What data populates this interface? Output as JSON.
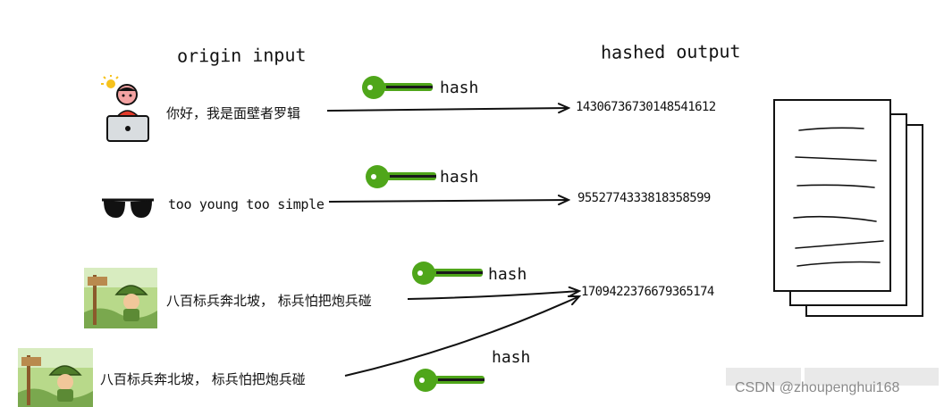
{
  "headers": {
    "input": "origin input",
    "output": "hashed output"
  },
  "hash_label": "hash",
  "rows": [
    {
      "input": "你好，我是面壁者罗辑",
      "output": "14306736730148541612",
      "icon": "user-laptop-icon"
    },
    {
      "input": "too young too simple",
      "output": "9552774333818358599",
      "icon": "sunglasses-icon"
    },
    {
      "input": "八百标兵奔北坡， 标兵怕把炮兵碰",
      "output": "1709422376679365174",
      "icon": "cartoon-soldier-image"
    },
    {
      "input": "八百标兵奔北坡， 标兵怕把炮兵碰",
      "icon": "cartoon-soldier-image"
    }
  ],
  "watermark": "CSDN @zhoupenghui168",
  "colors": {
    "key": "#4fa61a",
    "ink": "#111111"
  }
}
